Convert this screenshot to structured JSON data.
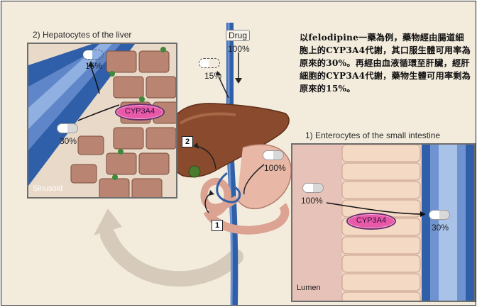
{
  "liver_panel": {
    "title": "2) Hepatocytes of the liver",
    "sinusoid_label": "Sinusoid",
    "enzyme": "CYP3A4",
    "pct_in": "30%",
    "pct_out": "15%"
  },
  "intestine_panel": {
    "title": "1) Enterocytes of the small intestine",
    "lumen_label": "Lumen",
    "enzyme": "CYP3A4",
    "pct_in": "100%",
    "pct_out": "30%"
  },
  "main": {
    "drug_label": "Drug",
    "drug_pct": "100%",
    "pct_near_liver": "15%",
    "pct_near_gut": "100%",
    "step1": "1",
    "step2": "2"
  },
  "caption": "以felodipine一藥為例，藥物經由腸道細胞上的CYP3A4代謝，其口服生體可用率為原來的30%。再經由血液循環至肝臟，經肝細胞的CYP3A4代謝，藥物生體可用率剩為原來的15%。",
  "colors": {
    "background": "#f3ecdd",
    "enzyme": "#e85aa8",
    "liver": "#8a4a2e",
    "vessel": "#2f5fa8",
    "hepatocyte": "#b98572",
    "enterocyte": "#f4d9c4"
  }
}
